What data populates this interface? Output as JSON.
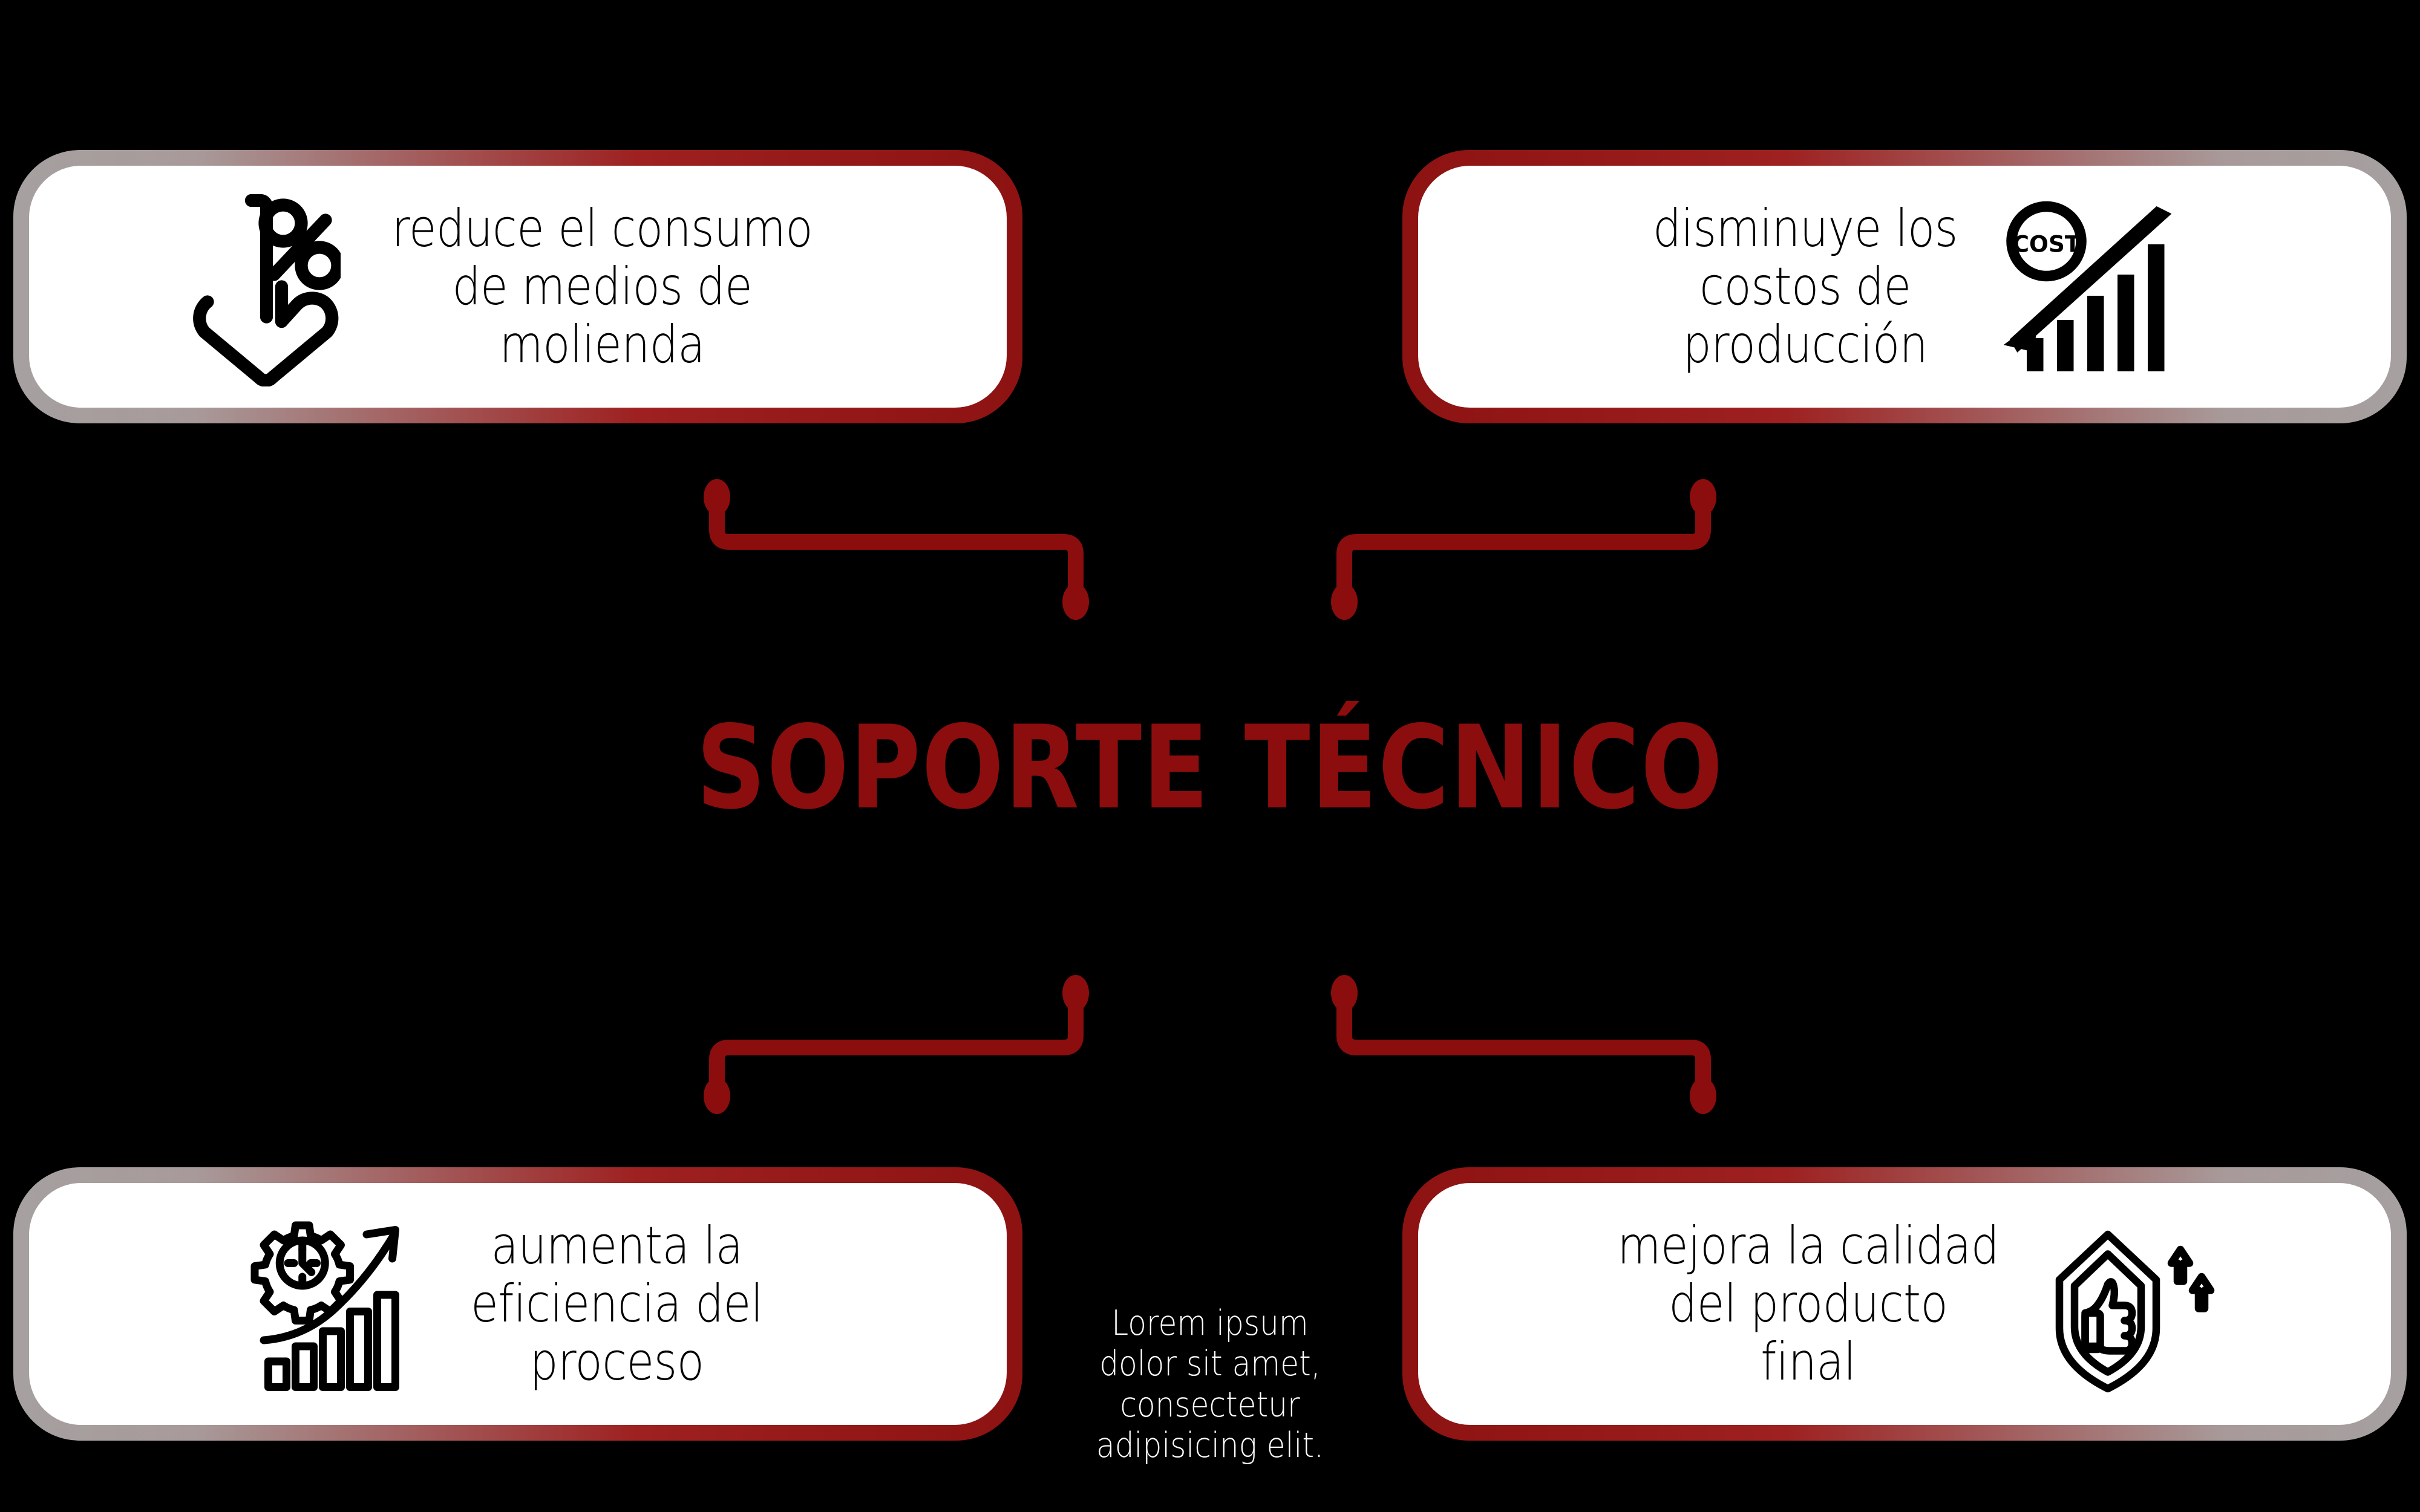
{
  "title": "SOPORTE TÉCNICO",
  "colors": {
    "background": "#000000",
    "accent_red": "#8c0d0d",
    "frame_red": "#8d1212",
    "frame_gray": "#a6a0a0",
    "card_fill": "#ffffff",
    "text_dark": "#000000",
    "caption_white": "#ffffff"
  },
  "cards": [
    {
      "id": "reduce-consumo",
      "text": "reduce el consumo\nde medios de\nmolienda",
      "icon": "percent-down-arrow-icon",
      "icon_side": "left",
      "frame_gradient": "gray-to-red"
    },
    {
      "id": "disminuye-costos",
      "text": "disminuye los\ncostos de\nproducción",
      "icon": "cost-down-bar-chart-icon",
      "icon_label": "COST",
      "icon_side": "right",
      "frame_gradient": "red-to-gray"
    },
    {
      "id": "aumenta-eficiencia",
      "text": "aumenta la\neficiencia del\nproceso",
      "icon": "gear-growth-chart-icon",
      "icon_side": "left",
      "frame_gradient": "gray-to-red"
    },
    {
      "id": "mejora-calidad",
      "text": "mejora la calidad\ndel producto\nfinal",
      "icon": "shield-thumbs-up-icon",
      "icon_side": "right",
      "frame_gradient": "red-to-gray"
    }
  ],
  "caption": "Lorem ipsum\ndolor sit amet,\nconsectetur\nadipisicing elit.",
  "connectors": [
    {
      "id": "top-left-connector",
      "from": "reduce-consumo",
      "to": "center-title"
    },
    {
      "id": "top-right-connector",
      "from": "disminuye-costos",
      "to": "center-title"
    },
    {
      "id": "bottom-left-connector",
      "from": "center-title",
      "to": "aumenta-eficiencia"
    },
    {
      "id": "bottom-right-connector",
      "from": "center-title",
      "to": "mejora-calidad"
    }
  ]
}
